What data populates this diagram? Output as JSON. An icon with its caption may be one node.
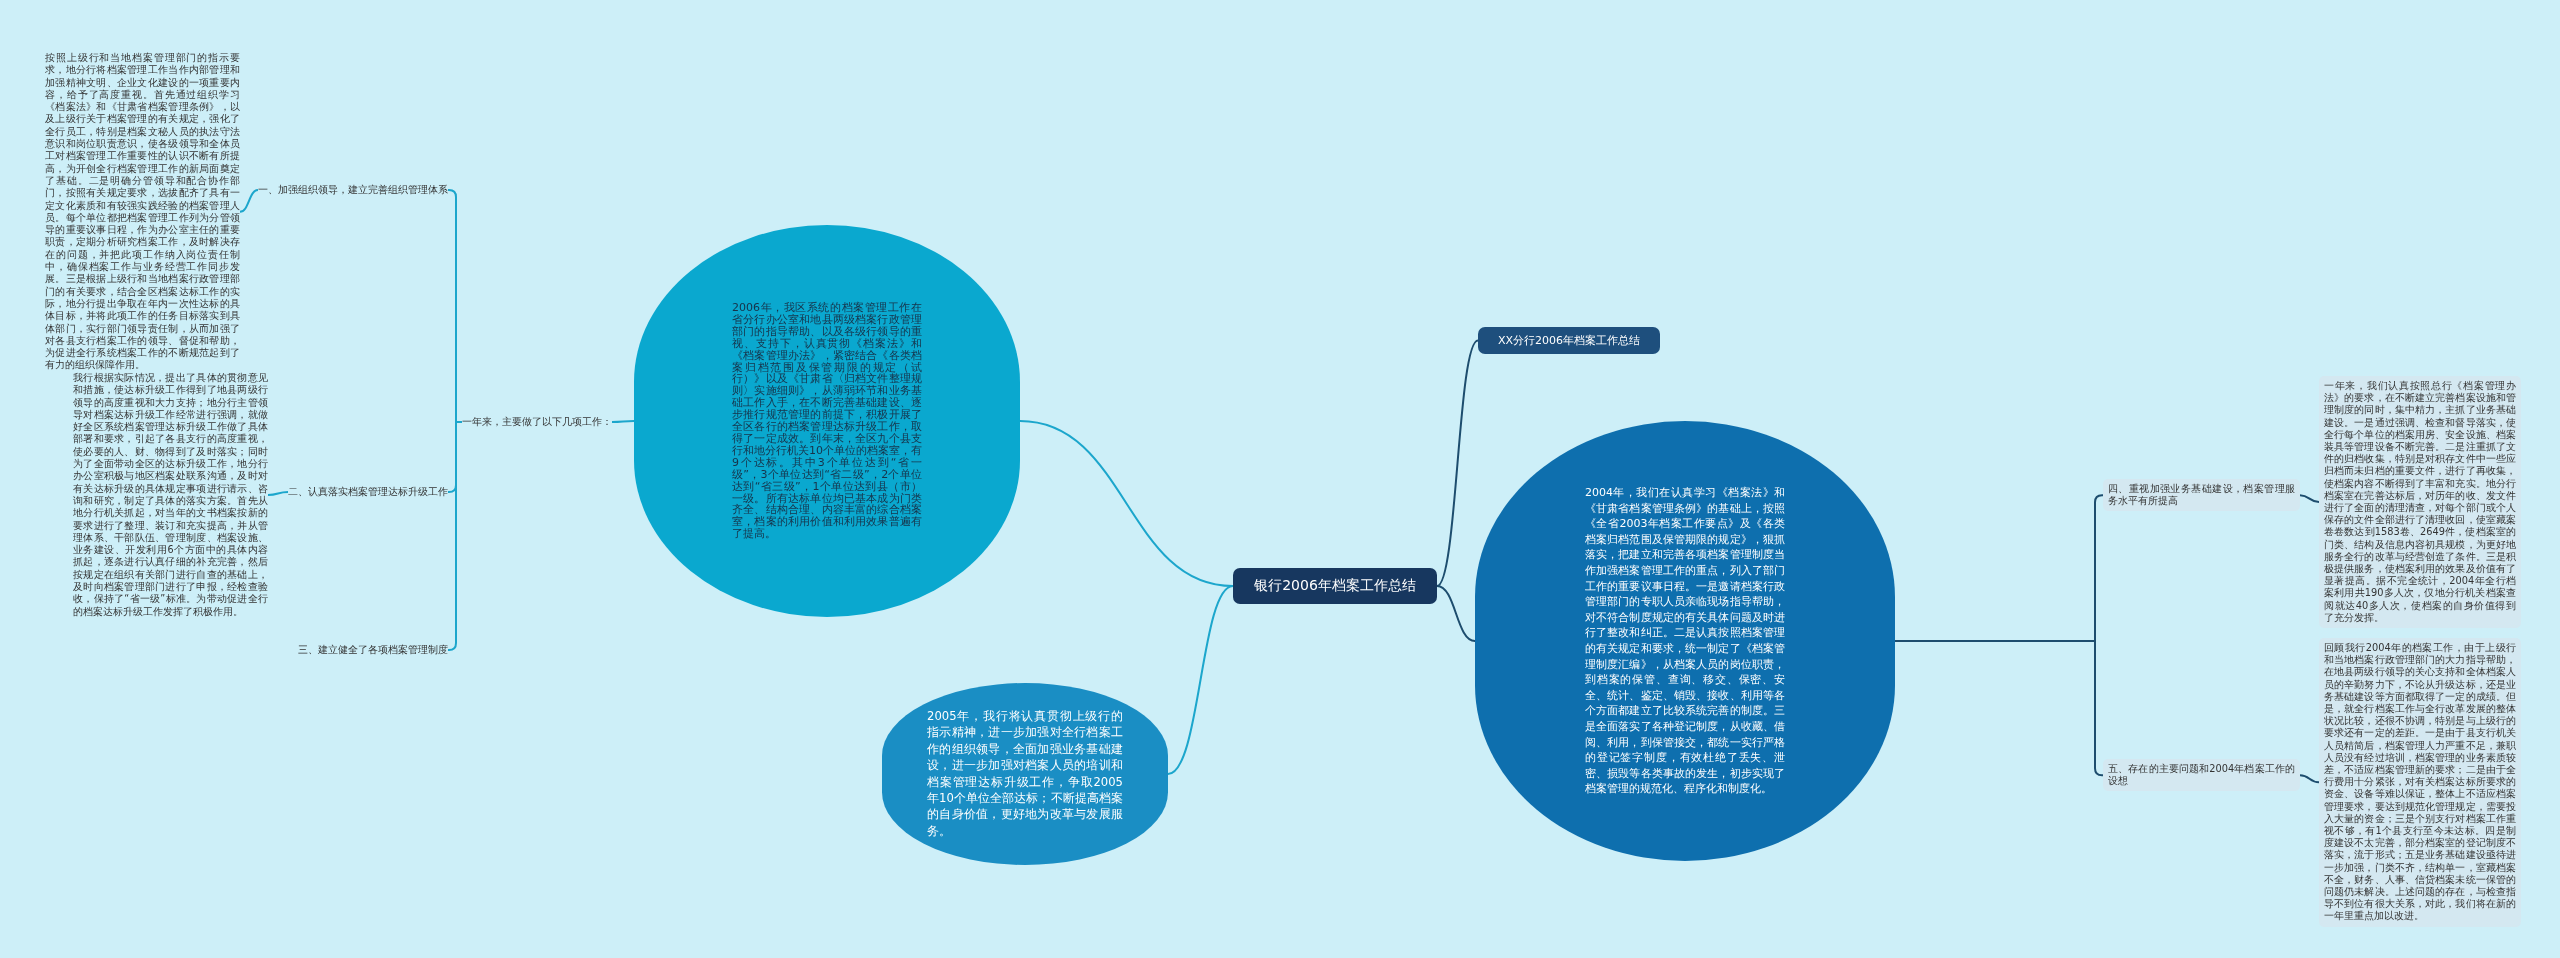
{
  "diagram": {
    "nodes": [
      {
        "text": [
          "银行2006年档案工作总结"
        ]
      },
      {
        "text": [
          "2006年，我区系统的档案管理工作在省分行办公室和地县两级档案行政管理部门的指导帮助、以及各级行领导的重视、支持下，认真贯彻《档案法》和《档案管理办法》，紧密结合《各类档案归档范围及保管期限的规定（试行）》以及《甘肃省〈归档文件整理规则〉实施细则》，从薄弱环节和业务基础工作入手，在不断完善基础建设、逐步推行规范管理的前提下，积极开展了全区各行的档案管理达标升级工作，取得了一定成效。到年末，全区九个县支行和地分行机关10个单位的档案室，有9个达标。其中3个单位达到“省一级”，3个单位达到“省二级”，2个单位达到“省三级”，1个单位达到县（市）一级。所有达标单位均已基本成为门类齐全、结构合理、内容丰富的综合档案室，档案的利用价值和利用效果普遍有了提高。"
        ]
      },
      {
        "text": [
          "一年来，主要做了以下几项工作："
        ]
      },
      {
        "text": [
          "一、加强组织领导，建立完善组织管理体系"
        ]
      },
      {
        "text": [
          "按照上级行和当地档案管理部门的指示要求，地分行将档案管理工作当作内部管理和加强精神文明、企业文化建设的一项重要内容，给予了高度重视。首先通过组织学习《档案法》和《甘肃省档案管理条例》，以及上级行关于档案管理的有关规定，强化了全行员工，特别是档案文秘人员的执法守法意识和岗位职责意识，使各级领导和全体员工对档案管理工作重要性的认识不断有所提高，为开创全行档案管理工作的新局面奠定了基础。二是明确分管领导和配合协作部门，按照有关规定要求，选拔配齐了具有一定文化素质和有较强实践经验的档案管理人员。每个单位都把档案管理工作列为分管领导的重要议事日程，作为办公室主任的重要职责，定期分析研究档案工作，及时解决存在的问题，并把此项工作纳入岗位责任制中，确保档案工作与业务经营工作同步发展。三是根据上级行和当地档案行政管理部门的有关要求，结合全区档案达标工作的实际，地分行提出争取在年内一次性达标的具体目标，并将此项工作的任务目标落实到具体部门，实行部门领导责任制，从而加强了对各县支行档案工作的领导、督促和帮助，为促进全行系统档案工作的不断规范起到了有力的组织保障作用。"
        ]
      },
      {
        "text": [
          "二、认真落实档案管理达标升级工作"
        ]
      },
      {
        "text": [
          "我行根据实际情况，提出了具体的贯彻意见和措施，使达标升级工作得到了地县两级行领导的高度重视和大力支持；地分行主管领导对档案达标升级工作经常进行强调，就做好全区系统档案管理达标升级工作做了具体部署和要求，引起了各县支行的高度重视，使必要的人、财、物得到了及时落实；同时为了全面带动全区的达标升级工作，地分行办公室积极与地区档案处联系沟通，及时对有关达标升级的具体规定事项进行请示、咨询和研究，制定了具体的落实方案。首先从地分行机关抓起，对当年的文书档案按新的要求进行了整理、装订和充实提高，并从管理体系、干部队伍、管理制度、档案设施、业务建设、开发利用6个方面中的具体内容抓起，逐条进行认真仔细的补充完善，然后按规定在组织有关部门进行自查的基础上，及时向档案管理部门进行了申报，经检查验收，保持了“省一级”标准。为带动促进全行的档案达标升级工作发挥了积极作用。"
        ]
      },
      {
        "text": [
          "三、建立健全了各项档案管理制度"
        ]
      },
      {
        "text": [
          "2005年，我行将认真贯彻上级行的指示精神，进一步加强对全行档案工作的组织领导，全面加强业务基础建设，进一步加强对档案人员的培训和档案管理达标升级工作，争取2005年10个单位全部达标；不断提高档案的自身价值，更好地为改革与发展服务。"
        ]
      },
      {
        "text": [
          "XX分行2006年档案工作总结"
        ]
      },
      {
        "text": [
          "2004年，我们在认真学习《档案法》和《甘肃省档案管理条例》的基础上，按照《全省2003年档案工作要点》及《各类档案归档范围及保管期限的规定》，狠抓落实，把建立和完善各项档案管理制度当作加强档案管理工作的重点，列入了部门工作的重要议事日程。一是邀请档案行政管理部门的专职人员亲临现场指导帮助，对不符合制度规定的有关具体问题及时进行了整改和纠正。二是认真按照档案管理的有关规定和要求，统一制定了《档案管理制度汇编》，从档案人员的岗位职责，到档案的保管、查询、移交、保密、安全、统计、鉴定、销毁、接收、利用等各个方面都建立了比较系统完善的制度。三是全面落实了各种登记制度，从收藏、借阅、利用，到保管接交，都统一实行严格的登记签字制度，有效杜绝了丢失、泄密、损毁等各类事故的发生，初步实现了档案管理的规范化、程序化和制度化。"
        ]
      },
      {
        "text": [
          "四、重视加强业务基础建设，档案管理服务水平有所提高"
        ]
      },
      {
        "text": [
          "一年来，我们认真按照总行《档案管理办法》的要求，在不断建立完善档案设施和管理制度的同时，集中精力，主抓了业务基础建设。一是通过强调、检查和督导落实，使全行每个单位的档案用房、安全设施、档案装具等管理设备不断完善。二是注重抓了文件的归档收集，特别是对积存文件中一些应归档而未归档的重要文件，进行了再收集，使档案内容不断得到了丰富和充实。地分行档案室在完善达标后，对历年的收、发文件进行了全面的清理清查，对每个部门或个人保存的文件全部进行了清理收回，使室藏案卷卷数达到1583卷、2649件，使档案室的门类、结构及信息内容初具规模，为更好地服务全行的改革与经营创造了条件。三是积极提供服务，使档案利用的效果及价值有了显著提高。据不完全统计，2004年全行档案利用共190多人次，仅地分行机关档案查阅就达40多人次，使档案的自身价值得到了充分发挥。"
        ]
      },
      {
        "text": [
          "五、存在的主要问题和2004年档案工作的设想"
        ]
      },
      {
        "text": [
          "回顾我行2004年的档案工作，由于上级行和当地档案行政管理部门的大力指导帮助，在地县两级行领导的关心支持和全体档案人员的辛勤努力下，不论从升级达标，还是业务基础建设等方面都取得了一定的成绩。但是，就全行档案工作与全行改革发展的整体状况比较，还很不协调，特别是与上级行的要求还有一定的差距。一是由于县支行机关人员精简后，档案管理人力严重不足，兼职人员没有经过培训，档案管理的业务素质较差，不适应档案管理新的要求；二是由于全行费用十分紧张，对有关档案达标所要求的资金、设备等难以保证，整体上不适应档案管理要求，要达到规范化管理规定，需要投入大量的资金；三是个别支行对档案工作重视不够，有1个县支行至今未达标。四是制度建设不太完善，部分档案室的登记制度不落实，流于形式；五是业务基础建设亟待进一步加强，门类不齐，结构单一，室藏档案不全，财务、人事、信贷档案未统一保管的问题仍未解决。上述问题的存在，与检查指导不到位有很大关系，对此，我们将在新的一年里重点加以改进。"
        ]
      }
    ],
    "edges": [
      {
        "from": 0,
        "to": 1,
        "arrow": "none"
      },
      {
        "from": 1,
        "to": 2,
        "arrow": "none"
      },
      {
        "from": 2,
        "to": 3,
        "arrow": "none"
      },
      {
        "from": 3,
        "to": 4,
        "arrow": "none"
      },
      {
        "from": 2,
        "to": 5,
        "arrow": "none"
      },
      {
        "from": 5,
        "to": 6,
        "arrow": "none"
      },
      {
        "from": 2,
        "to": 7,
        "arrow": "none"
      },
      {
        "from": 0,
        "to": 8,
        "arrow": "none"
      },
      {
        "from": 0,
        "to": 9,
        "arrow": "none",
        "color": "#1d4d6e"
      },
      {
        "from": 0,
        "to": 10,
        "arrow": "none",
        "color": "#1d4d6e"
      },
      {
        "from": 10,
        "to": 11,
        "arrow": "none",
        "color": "#1d4d6e"
      },
      {
        "from": 11,
        "to": 12,
        "arrow": "none",
        "color": "#1d4d6e"
      },
      {
        "from": 10,
        "to": 13,
        "arrow": "none",
        "color": "#1d4d6e"
      },
      {
        "from": 13,
        "to": 14,
        "arrow": "none",
        "color": "#1d4d6e"
      }
    ]
  }
}
